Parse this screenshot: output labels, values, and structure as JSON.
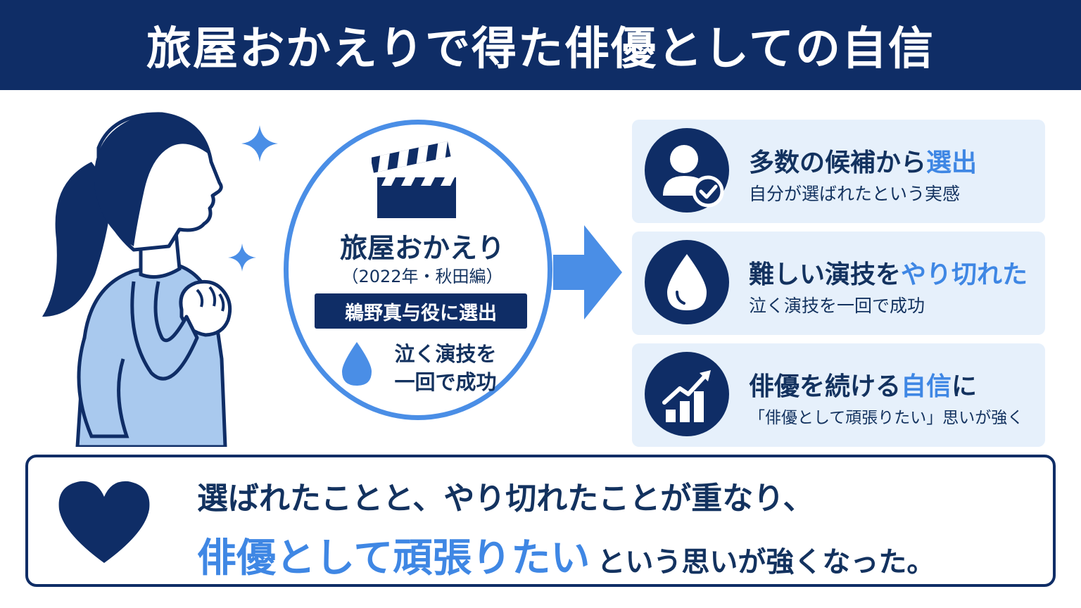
{
  "header": {
    "title": "旅屋おかえりで得た俳優としての自信"
  },
  "center": {
    "title": "旅屋おかえり",
    "subtitle": "（2022年・秋田編）",
    "role": "鵜野真与役に選出",
    "note_line1": "泣く演技を",
    "note_line2": "一回で成功"
  },
  "cards": [
    {
      "title_pre": "多数の候補から",
      "title_hl": "選出",
      "title_post": "",
      "desc": "自分が選ばれたという実感",
      "icon": "user-check-icon"
    },
    {
      "title_pre": "難しい演技を",
      "title_hl": "やり切れた",
      "title_post": "",
      "desc": "泣く演技を一回で成功",
      "icon": "drop-icon"
    },
    {
      "title_pre": "俳優を続ける",
      "title_hl": "自信",
      "title_post": "に",
      "desc": "「俳優として頑張りたい」思いが強く",
      "icon": "growth-chart-icon"
    }
  ],
  "bottom": {
    "line1": "選ばれたことと、やり切れたことが重なり、",
    "line2_hl": "俳優として頑張りたい",
    "line2_rest": "という思いが強くなった。"
  },
  "colors": {
    "navy": "#0f2d66",
    "accent": "#3f87e4",
    "card_bg": "#e6f0fb",
    "light_blue": "#a9c9ee"
  }
}
